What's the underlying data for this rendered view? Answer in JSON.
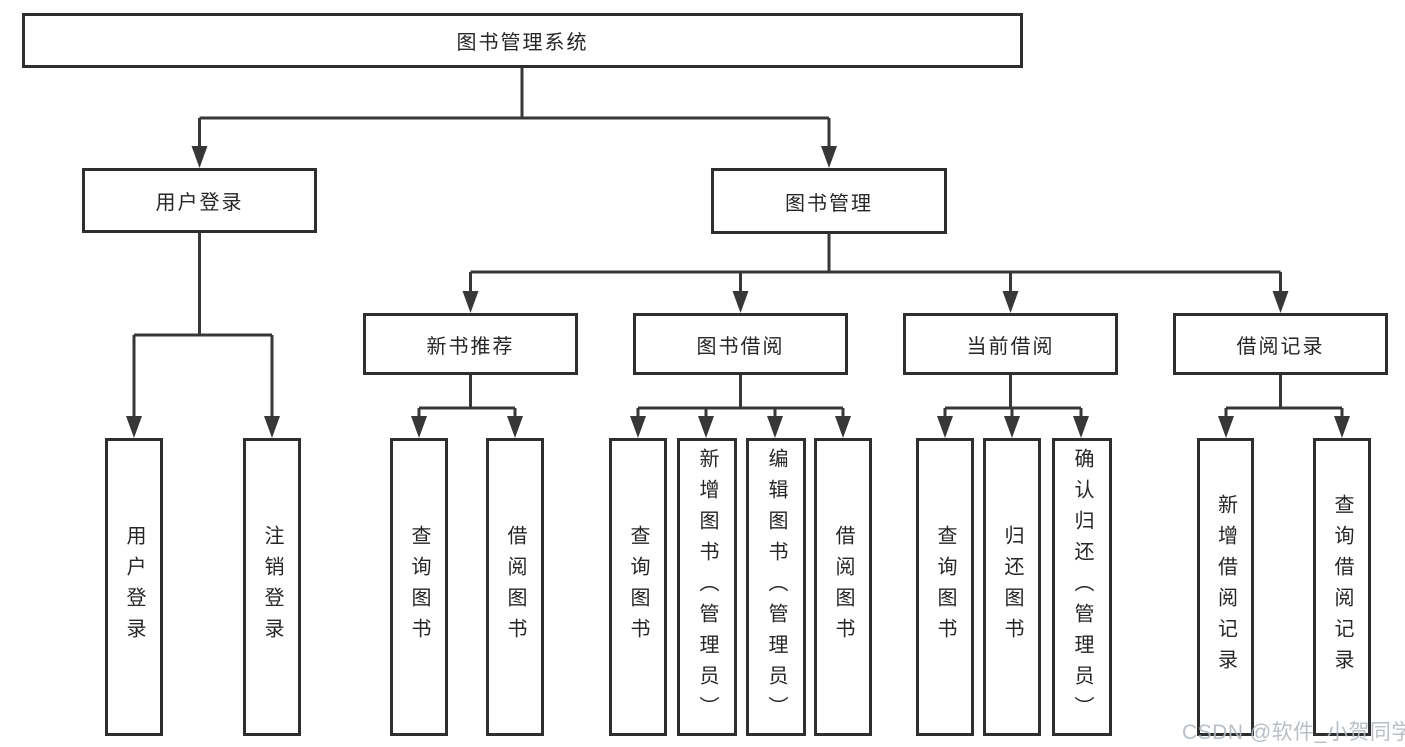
{
  "nodes": {
    "root": "图书管理系统",
    "user_login": "用户登录",
    "book_management": "图书管理",
    "new_book_recommendation": "新书推荐",
    "book_borrowing": "图书借阅",
    "current_borrowing": "当前借阅",
    "borrowing_records": "借阅记录",
    "user_login_children": [
      "用户登录",
      "注销登录"
    ],
    "new_book_children": [
      "查询图书",
      "借阅图书"
    ],
    "book_borrow_children": [
      "查询图书",
      "新增图书（管理员）",
      "编辑图书（管理员）",
      "借阅图书"
    ],
    "current_borrow_children": [
      "查询图书",
      "归还图书",
      "确认归还（管理员）"
    ],
    "record_children": [
      "新增借阅记录",
      "查询借阅记录"
    ]
  },
  "watermark": {
    "text": "CSDN @软件_小贺同学"
  },
  "colors": {
    "line": "#373737",
    "border": "#2e2e2e",
    "background": "#ffffff",
    "text": "#262626",
    "watermark": "#b2bac1"
  }
}
